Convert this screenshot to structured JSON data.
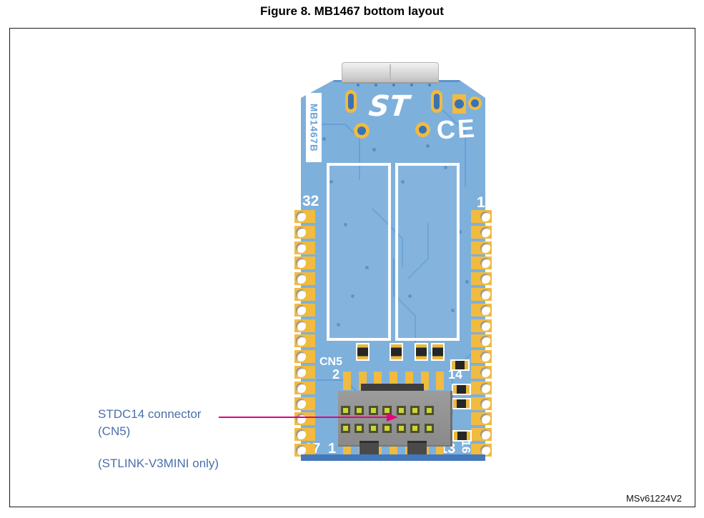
{
  "title": "Figure 8. MB1467 bottom layout",
  "figure_id": "MSv61224V2",
  "callout": {
    "line1": "STDC14 connector",
    "line2": "(CN5)",
    "line3": "(STLINK-V3MINI only)"
  },
  "board": {
    "silkscreen_label": "MB1467B",
    "logo": "ST",
    "ce_mark": "CE",
    "pins": {
      "top_left": "32",
      "top_right": "1",
      "cn5": "CN5",
      "cn5_pin2": "2",
      "cn5_pin14": "14",
      "bottom_left": "17",
      "cn5_pin1": "1",
      "cn5_pin13": "13",
      "bottom_right": "16"
    }
  },
  "layout_counts": {
    "side_pads_per_edge": 16,
    "connector_pin_columns": 7,
    "connector_pin_rows": 2,
    "smt_pads_per_row": 7
  },
  "colors": {
    "board": "#7EB0DC",
    "trace": "#63 9ED2",
    "pad_yellow": "#F0BB3F",
    "silkscreen": "#FFFFFF",
    "drill_blue": "#3B72B4",
    "connector_gray": "#8F8F8F",
    "pin_contact": "#C9D633",
    "callout_text": "#4A6FAC",
    "arrow": "#E6007E"
  }
}
